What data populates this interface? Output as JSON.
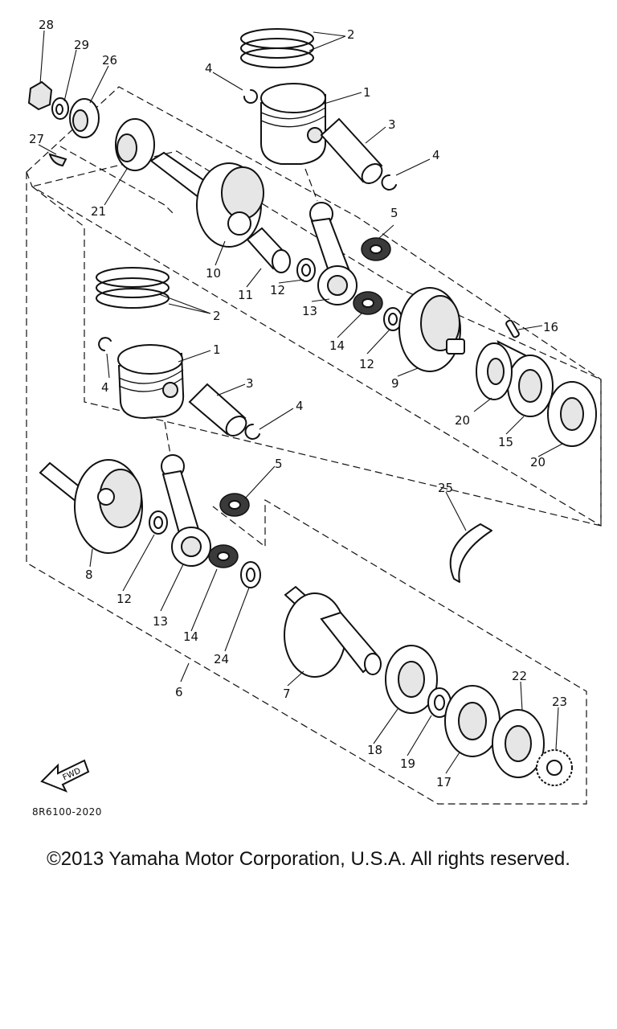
{
  "diagram": {
    "part_numbers": [
      "1",
      "2",
      "3",
      "4",
      "5",
      "6",
      "7",
      "8",
      "9",
      "10",
      "11",
      "12",
      "13",
      "14",
      "15",
      "16",
      "17",
      "18",
      "19",
      "20",
      "21",
      "22",
      "23",
      "24",
      "25",
      "26",
      "27",
      "28",
      "29"
    ],
    "arrow_label": "FWD",
    "drawing_code": "8R6100-2020"
  },
  "copyright": "©2013 Yamaha Motor Corporation, U.S.A. All rights reserved."
}
